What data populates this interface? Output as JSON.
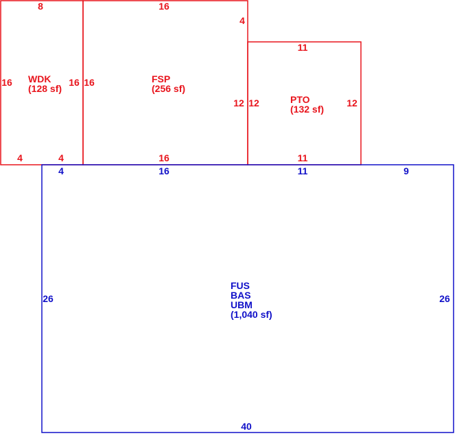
{
  "colors": {
    "addition": "#e8141c",
    "main": "#1010c8"
  },
  "areas": {
    "wdk": {
      "code": "WDK",
      "size": "(128 sf)"
    },
    "fsp": {
      "code": "FSP",
      "size": "(256 sf)"
    },
    "pto": {
      "code": "PTO",
      "size": "(132 sf)"
    },
    "main": {
      "code1": "FUS",
      "code2": "BAS",
      "code3": "UBM",
      "size": "(1,040 sf)"
    }
  },
  "dimensions": {
    "wdk_top": "8",
    "wdk_left": "16",
    "wdk_right": "16",
    "wdk_bottom_left": "4",
    "wdk_bottom_right": "4",
    "fsp_top": "16",
    "fsp_step": "4",
    "fsp_left": "16",
    "fsp_right": "12",
    "fsp_bottom": "16",
    "pto_top": "11",
    "pto_left": "12",
    "pto_right": "12",
    "pto_bottom": "11",
    "main_top_left": "4",
    "main_top_mid": "16",
    "main_top_pto": "11",
    "main_top_right": "9",
    "main_left": "26",
    "main_right": "26",
    "main_bottom": "40"
  }
}
